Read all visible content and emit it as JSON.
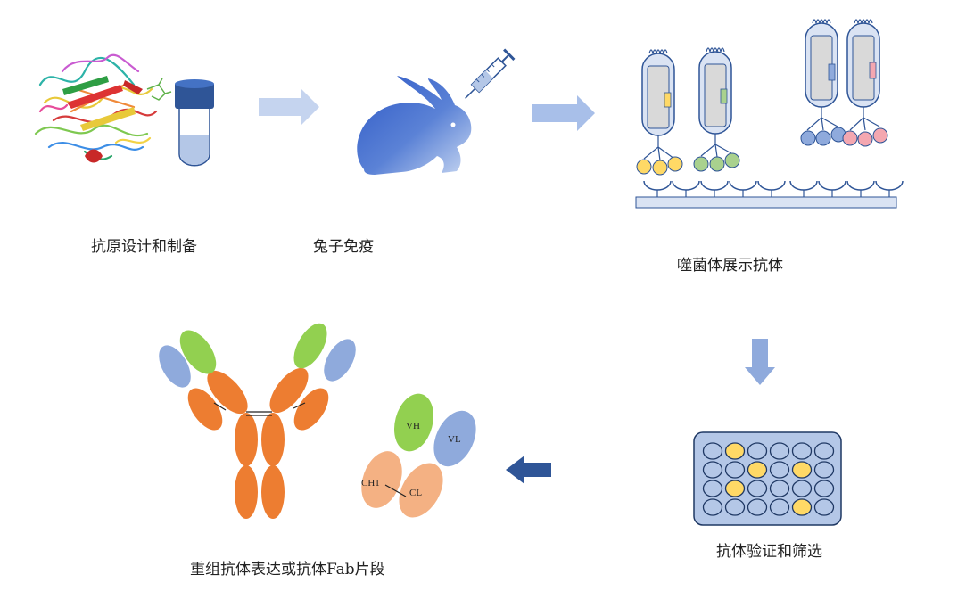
{
  "steps": [
    {
      "label": "抗原设计和制备"
    },
    {
      "label": "兔子免疫"
    },
    {
      "label": "噬菌体展示抗体"
    },
    {
      "label": "抗体验证和筛选"
    },
    {
      "label": "重组抗体表达或抗体Fab片段"
    }
  ],
  "fab_domains": {
    "vh": "VH",
    "vl": "VL",
    "ch1": "CH1",
    "cl": "CL"
  },
  "colors": {
    "arrow_light": "#c5d4ef",
    "arrow_mid": "#a8bfe9",
    "arrow_dark": "#2f5597",
    "heavy_constant": "#ed7d31",
    "light_variable": "#8faadc",
    "heavy_variable": "#92d050",
    "light_constant": "#f4b183",
    "positive_well": "#ffd966",
    "plate": "#b4c7e7",
    "phage_fill": "#dae3f3"
  },
  "icons": [
    "protein-structure-icon",
    "sample-tube-icon",
    "rabbit-icon",
    "syringe-icon",
    "phage-icon",
    "well-plate-icon",
    "antibody-icon",
    "fab-fragment-icon"
  ]
}
